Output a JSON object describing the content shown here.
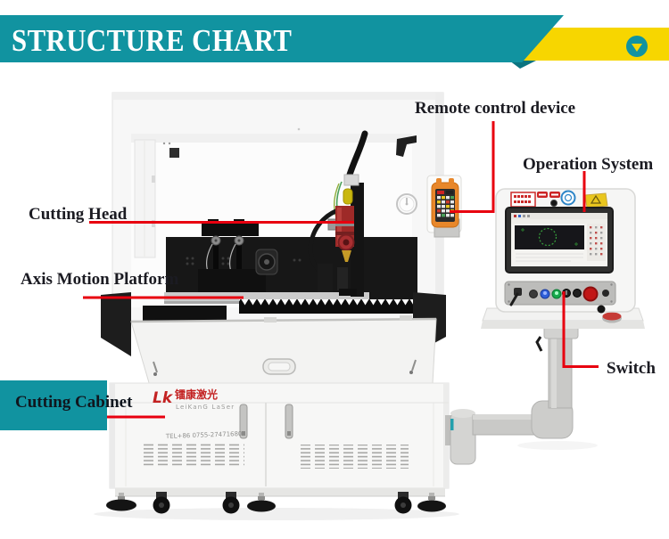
{
  "header": {
    "title": "STRUCTURE CHART",
    "accent_color": "#1193a0",
    "band_color": "#f7d600",
    "line_color": "#e8000f"
  },
  "labels": {
    "remote": "Remote control device",
    "operation": "Operation System",
    "cutting_head": "Cutting Head",
    "axis": "Axis Motion Platform",
    "switch": "Switch",
    "cabinet": "Cutting Cabinet"
  },
  "machine": {
    "brand_monogram": "Lk",
    "brand_cn": "镭康激光",
    "brand_en": "LeiKanG LaSer",
    "tel": "TEL+86 0755-27471680"
  }
}
